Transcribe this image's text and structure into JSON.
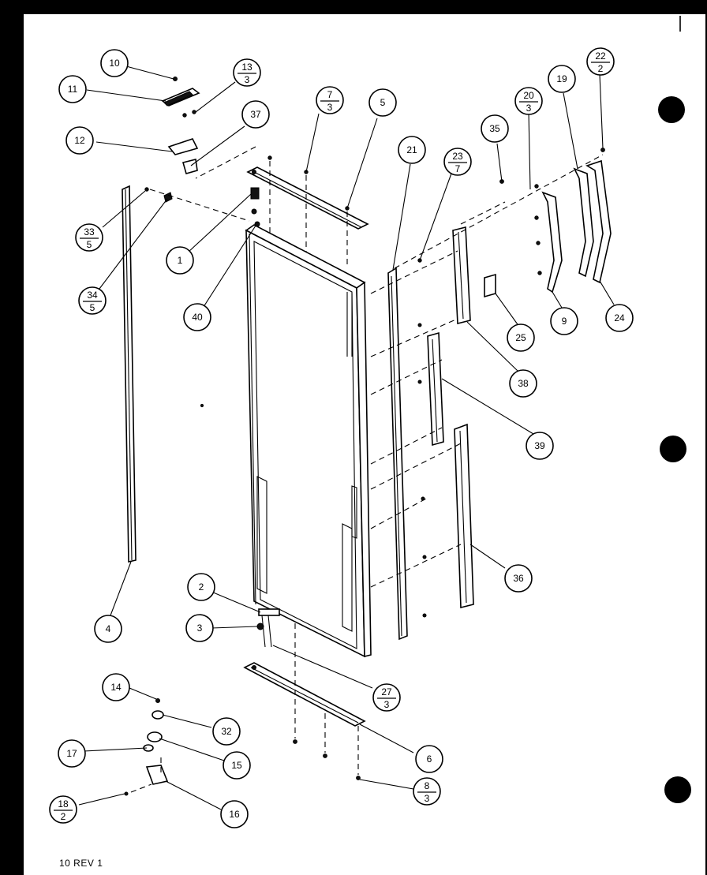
{
  "diagram": {
    "sheet_label": "10 REV 1",
    "callouts": [
      {
        "id": "c10",
        "top": "10"
      },
      {
        "id": "c11",
        "top": "11"
      },
      {
        "id": "c13",
        "top": "13",
        "bottom": "3"
      },
      {
        "id": "c37",
        "top": "37"
      },
      {
        "id": "c12",
        "top": "12"
      },
      {
        "id": "c7",
        "top": "7",
        "bottom": "3"
      },
      {
        "id": "c5",
        "top": "5"
      },
      {
        "id": "c21",
        "top": "21"
      },
      {
        "id": "c23",
        "top": "23",
        "bottom": "7"
      },
      {
        "id": "c35",
        "top": "35"
      },
      {
        "id": "c20",
        "top": "20",
        "bottom": "3"
      },
      {
        "id": "c19",
        "top": "19"
      },
      {
        "id": "c22",
        "top": "22",
        "bottom": "2"
      },
      {
        "id": "c33",
        "top": "33",
        "bottom": "5"
      },
      {
        "id": "c34",
        "top": "34",
        "bottom": "5"
      },
      {
        "id": "c1",
        "top": "1"
      },
      {
        "id": "c40",
        "top": "40"
      },
      {
        "id": "c9",
        "top": "9"
      },
      {
        "id": "c24",
        "top": "24"
      },
      {
        "id": "c25",
        "top": "25"
      },
      {
        "id": "c38",
        "top": "38"
      },
      {
        "id": "c39",
        "top": "39"
      },
      {
        "id": "c36",
        "top": "36"
      },
      {
        "id": "c4",
        "top": "4"
      },
      {
        "id": "c2",
        "top": "2"
      },
      {
        "id": "c3",
        "top": "3"
      },
      {
        "id": "c27",
        "top": "27",
        "bottom": "3"
      },
      {
        "id": "c14",
        "top": "14"
      },
      {
        "id": "c32",
        "top": "32"
      },
      {
        "id": "c17",
        "top": "17"
      },
      {
        "id": "c15",
        "top": "15"
      },
      {
        "id": "c6",
        "top": "6"
      },
      {
        "id": "c18",
        "top": "18",
        "bottom": "2"
      },
      {
        "id": "c16",
        "top": "16"
      },
      {
        "id": "c8",
        "top": "8",
        "bottom": "3"
      }
    ]
  }
}
